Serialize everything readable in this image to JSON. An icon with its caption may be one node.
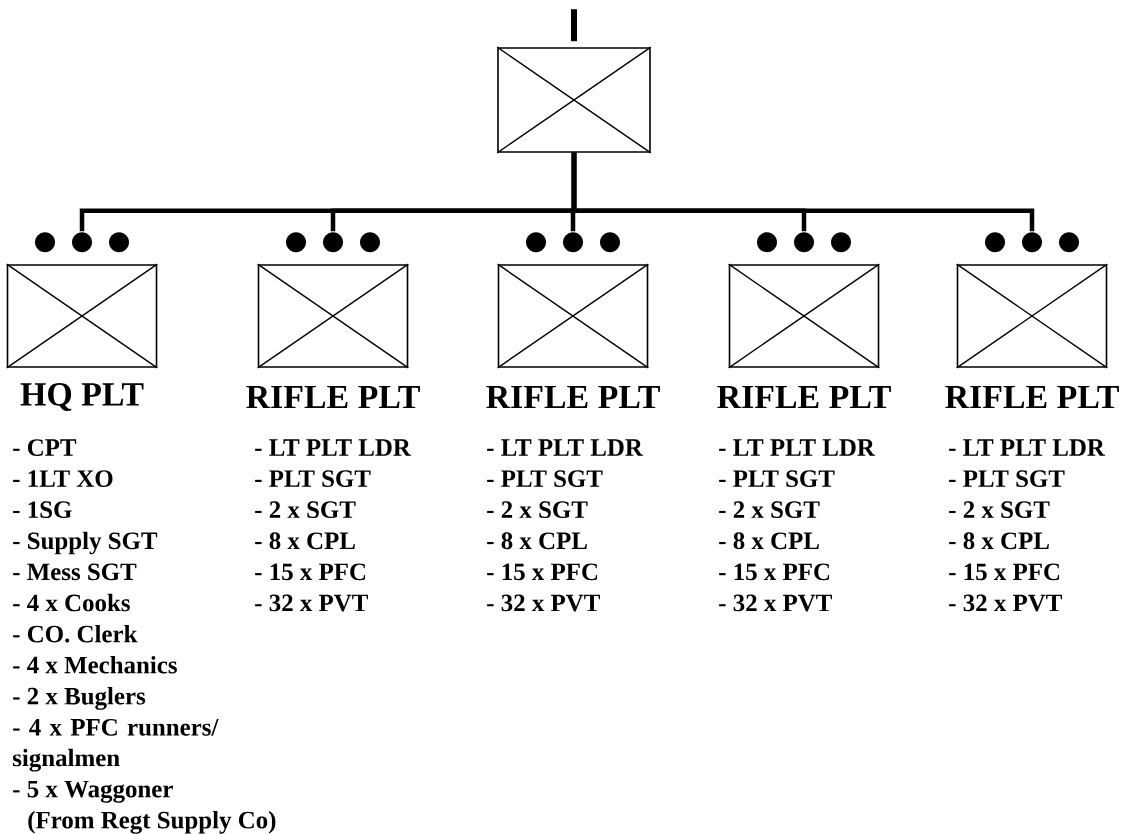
{
  "diagram": {
    "nodes": [
      {
        "text": [],
        "shape": "box"
      },
      {
        "text": [
          "HQ PLT"
        ],
        "beside": [
          "- CPT",
          "- 1LT XO",
          "- 1SG",
          "- Supply SGT",
          "- Mess SGT",
          "- 4 x Cooks",
          "- CO. Clerk",
          "- 4 x Mechanics",
          "- 2 x Buglers",
          "- 4 x PFC runners/ signalmen",
          "- 5 x Waggoner",
          "(From Regt Supply Co)"
        ]
      },
      {
        "text": [
          "RIFLE PLT"
        ],
        "beside": [
          "- LT PLT LDR",
          "- PLT SGT",
          "- 2 x SGT",
          "- 8 x CPL",
          "- 15 x PFC",
          "- 32 x PVT"
        ]
      },
      {
        "text": [
          "RIFLE PLT"
        ],
        "beside": [
          "- LT PLT LDR",
          "- PLT SGT",
          "- 2 x SGT",
          "- 8 x CPL",
          "- 15 x PFC",
          "- 32 x PVT"
        ]
      },
      {
        "text": [
          "RIFLE PLT"
        ],
        "beside": [
          "- LT PLT LDR",
          "- PLT SGT",
          "- 2 x SGT",
          "- 8 x CPL",
          "- 15 x PFC",
          "- 32 x PVT"
        ]
      },
      {
        "text": [
          "RIFLE PLT"
        ],
        "beside": [
          "- LT PLT LDR",
          "- PLT SGT",
          "- 2 x SGT",
          "- 8 x CPL",
          "- 15 x PFC",
          "- 32 x PVT"
        ]
      }
    ],
    "edges": [
      {
        "from": 0,
        "to": 1,
        "arrow": "none"
      },
      {
        "from": 0,
        "to": 2,
        "arrow": "none"
      },
      {
        "from": 0,
        "to": 3,
        "arrow": "none"
      },
      {
        "from": 0,
        "to": 4,
        "arrow": "none"
      },
      {
        "from": 0,
        "to": 5,
        "arrow": "none"
      }
    ]
  }
}
